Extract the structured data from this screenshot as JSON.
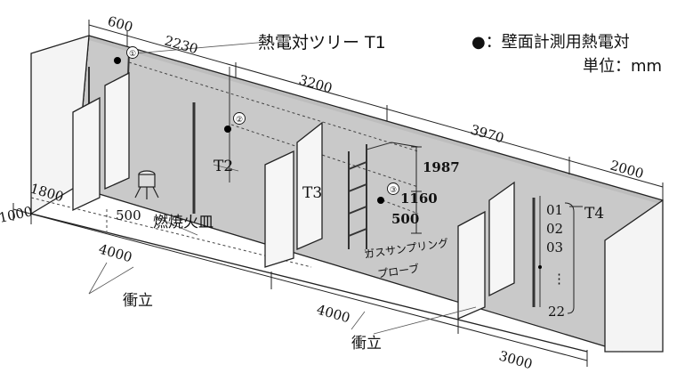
{
  "legend": {
    "tree_label": "熱電対ツリー T1",
    "wall_marker_label": "●：壁面計測用熱電対",
    "unit_label": "単位：mm"
  },
  "labels": {
    "t2": "T2",
    "t3": "T3",
    "t4": "T4",
    "burner": "燃焼火皿",
    "screen_left": "衝立",
    "screen_right": "衝立",
    "probe_line1": "ガスサンプリング",
    "probe_line2": "プローブ",
    "marker1": "①",
    "marker2": "②",
    "marker3": "③"
  },
  "dimensions": {
    "d600": "600",
    "d2230": "2230",
    "d3200": "3200",
    "d3970": "3970",
    "d2000": "2000",
    "d1800": "1800",
    "d1000": "1000",
    "d500a": "500",
    "d4000a": "4000",
    "d4000b": "4000",
    "d3000": "3000",
    "d1987": "1987",
    "d1160": "1160",
    "d500b": "500"
  },
  "t4_sensors": {
    "s01": "01",
    "s02": "02",
    "s03": "03",
    "dots": "⋮",
    "s22": "22"
  },
  "colors": {
    "back_wall": "#c9c9c9",
    "floor": "#ffffff",
    "line": "#222222"
  }
}
